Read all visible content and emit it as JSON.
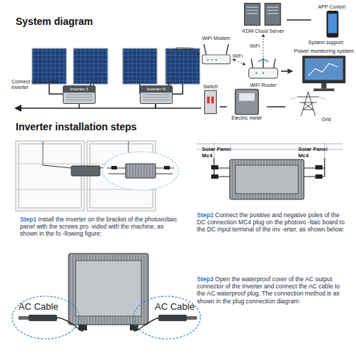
{
  "diagram": {
    "title": "System diagram",
    "nodes": [
      {
        "text": [
          "Inverter 1"
        ]
      },
      {
        "text": [
          "Inverter N"
        ]
      },
      {
        "text": [
          "WiFi Modem"
        ]
      },
      {
        "text": [
          "KDM Cloud Server"
        ]
      },
      {
        "text": [
          "APP Contorl"
        ]
      },
      {
        "text": [
          "WiFi Router"
        ]
      },
      {
        "text": [
          "Power monitoring system"
        ]
      },
      {
        "text": [
          "Switch"
        ]
      },
      {
        "text": [
          "Electric meter"
        ]
      },
      {
        "text": [
          "Grid"
        ]
      }
    ],
    "edges": [
      {
        "from": 0,
        "to": 1,
        "arrow": "none"
      },
      {
        "from": 1,
        "to": 7,
        "arrow": "none"
      },
      {
        "from": 7,
        "to": 8,
        "arrow": "none"
      },
      {
        "from": 8,
        "to": 9,
        "arrow": "none"
      },
      {
        "from": 1,
        "to": 2,
        "label": "433MHz",
        "arrow": "both"
      },
      {
        "from": 2,
        "to": 5,
        "label": "WiFi",
        "arrow": "both"
      },
      {
        "from": 5,
        "to": 3,
        "label": "WiFi",
        "arrow": "to"
      },
      {
        "from": 3,
        "to": 4,
        "arrow": "none"
      },
      {
        "from": 5,
        "to": 6,
        "arrow": "to"
      }
    ],
    "labels": [
      "Inverter installation steps",
      "Connect up to 6 units Inverter",
      "System support:",
      "Solar Panel Mc4",
      "Solar Panel Mc4",
      "Step1",
      "Install the inverter on the bracket of the photovoltaic panel with the screws pro -vided with the machine, as shown in the fo -llowing figure:",
      "Step2",
      "Connect the positive and negative poles of the DC connection MC4 plug on the photovo -ltaic board to the DC input terminal of the inv -erter, as shown below:",
      "Step3",
      "Open the waterproof cover of the AC output connector of the inverter and connect the AC cable to the AC waterproof plug. The connection method is as shown in the plug connection diagram:",
      "AC Cable",
      "AC Cable"
    ]
  }
}
